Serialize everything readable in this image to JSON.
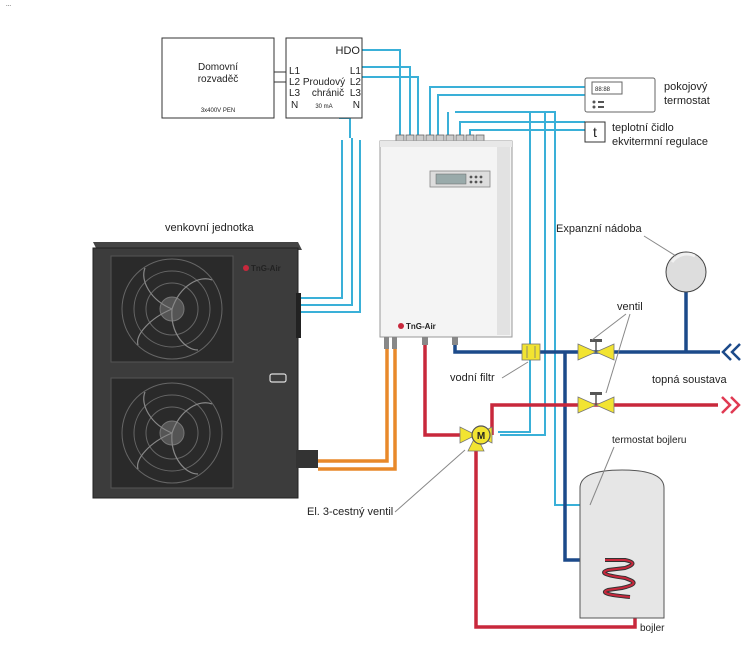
{
  "header": {
    "text": "..."
  },
  "distribution_box": {
    "title_line1": "Domovní",
    "title_line2": "rozvaděč",
    "sub": "3x400V PEN"
  },
  "breaker_box": {
    "hdo": "HDO",
    "l1_left": "L1",
    "l2_left": "L2",
    "l3_left": "L3",
    "n_left": "N",
    "l1_right": "L1",
    "l2_right": "L2",
    "l3_right": "L3",
    "n_right": "N",
    "name_line1": "Proudový",
    "name_line2": "chránič",
    "rating": "30 mA"
  },
  "labels": {
    "room_thermostat_line1": "pokojový",
    "room_thermostat_line2": "termostat",
    "temp_sensor_line1": "teplotní čidlo",
    "temp_sensor_line2": "ekvitermní regulace",
    "temp_sensor_glyph": "t",
    "outdoor_unit": "venkovní jednotka",
    "expansion_tank": "Expanzní nádoba",
    "valve": "ventil",
    "water_filter": "vodní filtr",
    "heating_system": "topná soustava",
    "boiler_thermostat": "termostat bojleru",
    "three_way_valve": "El. 3-cestný ventil",
    "boiler": "bojler",
    "brand": "TnG-Air",
    "brand_indoor": "TnG-Air"
  },
  "colors": {
    "signal_cable": "#3ab0d8",
    "supply_pipe_red": "#c8283c",
    "return_pipe_blue": "#1c4a8a",
    "refrigerant_orange": "#e8892a",
    "valve_yellow": "#f2e431"
  }
}
